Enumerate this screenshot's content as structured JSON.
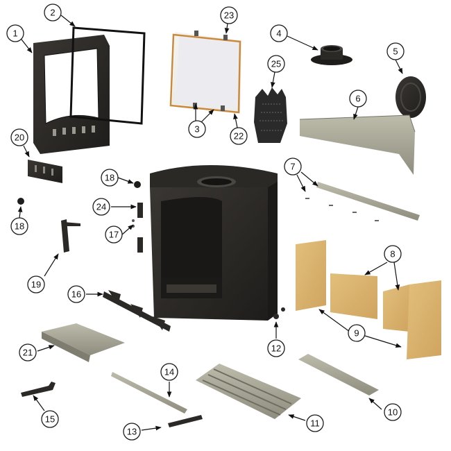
{
  "callouts": [
    {
      "id": "p1",
      "label": "1"
    },
    {
      "id": "p2",
      "label": "2"
    },
    {
      "id": "p3",
      "label": "3"
    },
    {
      "id": "p4",
      "label": "4"
    },
    {
      "id": "p5",
      "label": "5"
    },
    {
      "id": "p6",
      "label": "6"
    },
    {
      "id": "p7",
      "label": "7"
    },
    {
      "id": "p8",
      "label": "8"
    },
    {
      "id": "p9",
      "label": "9"
    },
    {
      "id": "p10",
      "label": "10"
    },
    {
      "id": "p11",
      "label": "11"
    },
    {
      "id": "p12",
      "label": "12"
    },
    {
      "id": "p13",
      "label": "13"
    },
    {
      "id": "p14",
      "label": "14"
    },
    {
      "id": "p15",
      "label": "15"
    },
    {
      "id": "p16",
      "label": "16"
    },
    {
      "id": "p17",
      "label": "17"
    },
    {
      "id": "p18a",
      "label": "18"
    },
    {
      "id": "p18b",
      "label": "18"
    },
    {
      "id": "p19",
      "label": "19"
    },
    {
      "id": "p20",
      "label": "20"
    },
    {
      "id": "p21",
      "label": "21"
    },
    {
      "id": "p22",
      "label": "22"
    },
    {
      "id": "p23",
      "label": "23"
    },
    {
      "id": "p24",
      "label": "24"
    },
    {
      "id": "p25",
      "label": "25"
    }
  ],
  "colors": {
    "cast_iron": "#2b2926",
    "vermiculite": "#d9b36e",
    "steel_grey": "#a9a796",
    "glass": "#e7e7ea",
    "gasket_orange": "#c98a3d"
  }
}
